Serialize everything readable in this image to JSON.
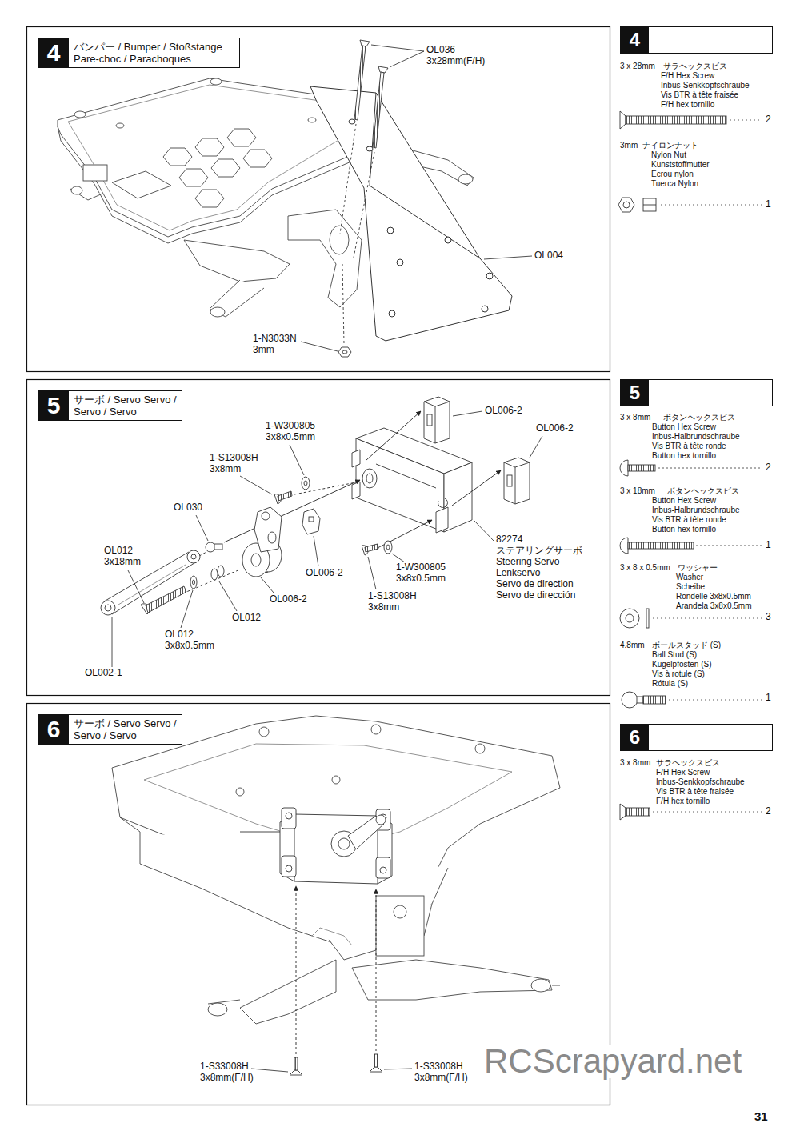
{
  "diagram": {
    "nodes": [
      {
        "text": [
          "4",
          "バンパー / Bumper / Stoßstange Pare-choc / Parachoques"
        ]
      },
      {
        "text": [
          "4"
        ]
      },
      {
        "text": [
          "5",
          "サーボ / Servo Servo / Servo / Servo"
        ]
      },
      {
        "text": [
          "5"
        ]
      },
      {
        "text": [
          "6",
          "サーボ / Servo Servo / Servo / Servo"
        ]
      },
      {
        "text": [
          "6"
        ]
      }
    ],
    "labels": [
      "OL036",
      "3x28mm(F/H)",
      "OL004",
      "1-N3033N",
      "3mm",
      "3 x 28mm",
      "サラヘックスビス",
      "F/H Hex Screw",
      "Inbus-Senkkopfschraube",
      "Vis BTR à tête fraisée",
      "F/H hex tornillo",
      "2",
      "3mm",
      "ナイロンナット",
      "Nylon Nut",
      "Kunststoffmutter",
      "Ecrou nylon",
      "Tuerca Nylon",
      "1",
      "1-W300805",
      "3x8x0.5mm",
      "OL006-2",
      "OL006-2",
      "1-S13008H",
      "3x8mm",
      "OL030",
      "OL012",
      "3x18mm",
      "82274",
      "ステアリングサーボ",
      "Steering Servo",
      "Lenkservo",
      "Servo de direction",
      "Servo de dirección",
      "1-W300805",
      "3x8x0.5mm",
      "OL006-2",
      "1-S13008H",
      "3x8mm",
      "OL006-2",
      "OL012",
      "OL012",
      "3x8x0.5mm",
      "OL002-1",
      "3 x 8mm",
      "ボタンヘックスビス",
      "Button Hex Screw",
      "Inbus-Halbrundschraube",
      "Vis BTR à tête ronde",
      "Button hex tornillo",
      "2",
      "3 x 18mm",
      "ボタンヘックスビス",
      "Button Hex Screw",
      "Inbus-Halbrundschraube",
      "Vis BTR à tête ronde",
      "Button hex tornillo",
      "1",
      "3 x 8 x 0.5mm",
      "ワッシャー",
      "Washer",
      "Scheibe",
      "Rondelle 3x8x0.5mm",
      "Arandela 3x8x0.5mm",
      "3",
      "4.8mm",
      "ボールスタッド (S)",
      "Ball Stud (S)",
      "Kugelpfosten (S)",
      "Vis à rotule (S)",
      "Rótula (S)",
      "1",
      "1-S33008H",
      "3x8mm(F/H)",
      "1-S33008H",
      "3x8mm(F/H)",
      "3 x 8mm",
      "サラヘックスビス",
      "F/H Hex Screw",
      "Inbus-Senkkopfschraube",
      "Vis BTR à tête fraisée",
      "F/H hex tornillo",
      "2",
      "RCScrapyard.net",
      "31"
    ]
  }
}
